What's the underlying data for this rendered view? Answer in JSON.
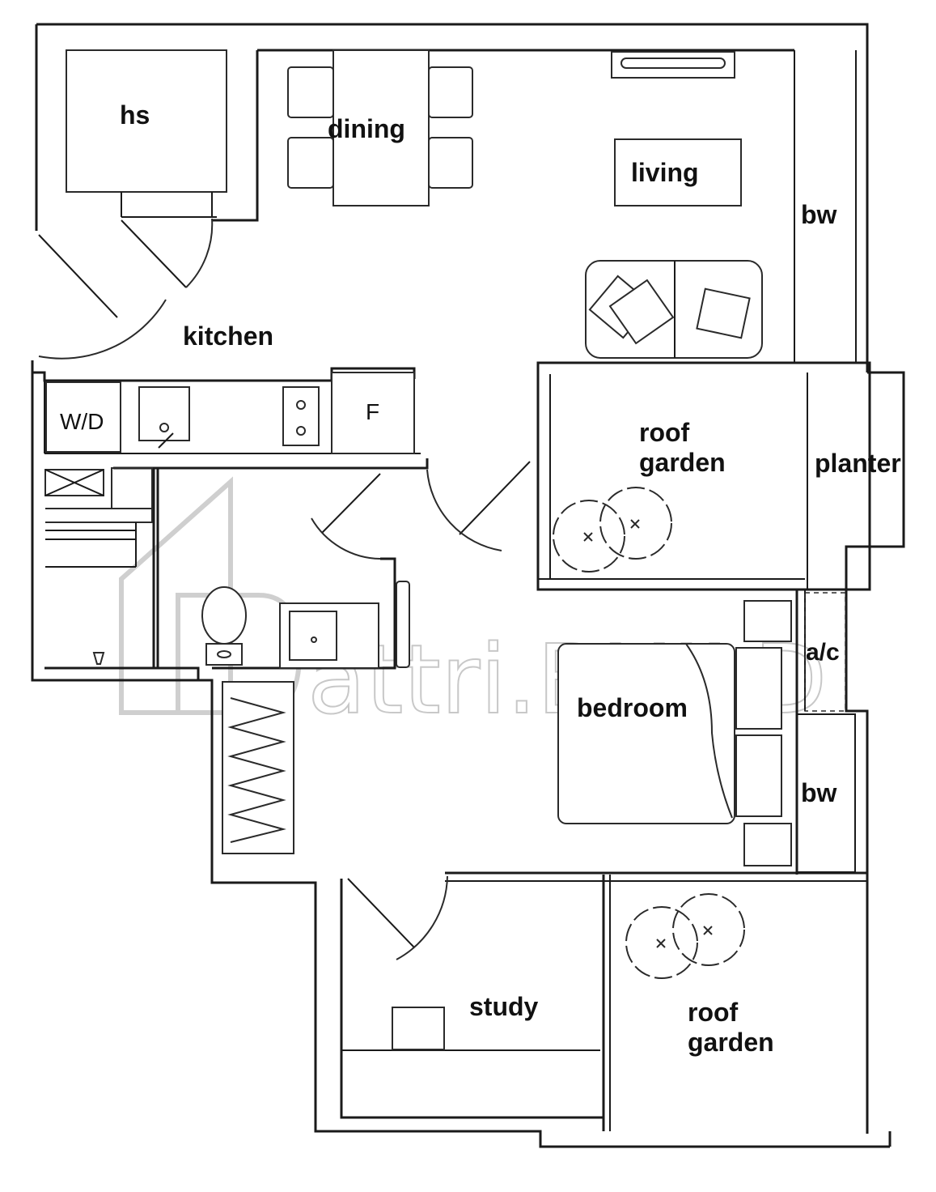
{
  "rooms": {
    "hs": "hs",
    "dining": "dining",
    "living": "living",
    "bw_top": "bw",
    "kitchen": "kitchen",
    "wd": "W/D",
    "fridge": "F",
    "roof_garden_top": [
      "roof",
      "garden"
    ],
    "planter": "planter",
    "ac": "a/c",
    "bedroom": "bedroom",
    "bw_bottom": "bw",
    "study": "study",
    "roof_garden_bottom": [
      "roof",
      "garden"
    ]
  },
  "watermark": {
    "text": "attri.BUILD",
    "color": "#c8c8c8"
  },
  "colors": {
    "line": "#1a1a1a",
    "background": "#ffffff"
  }
}
